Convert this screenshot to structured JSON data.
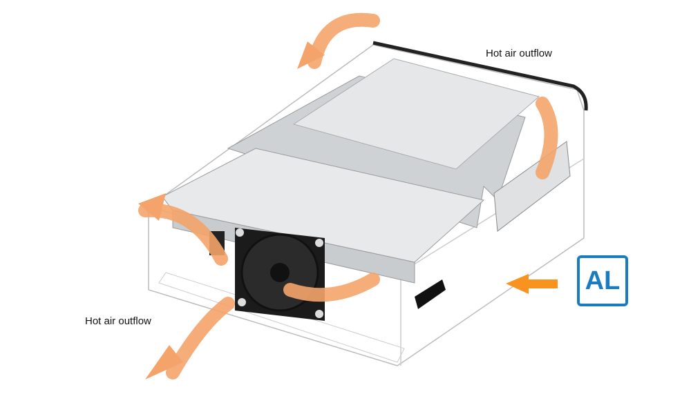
{
  "labels": {
    "top_outflow": "Hot air outflow",
    "bottom_outflow": "Hot air outflow"
  },
  "badge": {
    "text": "AL"
  },
  "colors": {
    "airflow": "#f4a46a",
    "inflow_arrow": "#f7931e",
    "badge": "#1a7bbf"
  },
  "icons": {
    "fan": "fan-icon",
    "inflow": "arrow-left-icon"
  }
}
